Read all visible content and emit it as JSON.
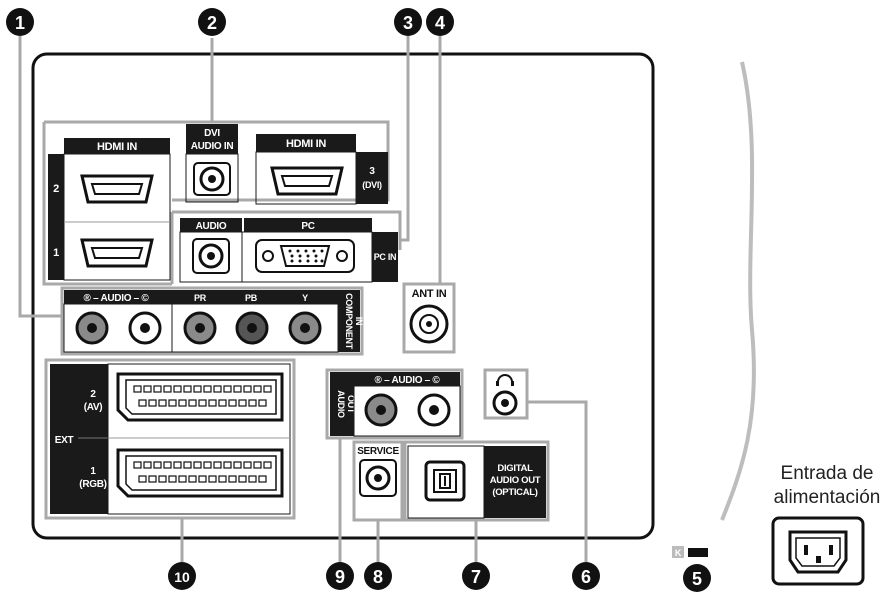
{
  "callouts": [
    "1",
    "2",
    "3",
    "4",
    "5",
    "6",
    "7",
    "8",
    "9",
    "10"
  ],
  "labels": {
    "hdmi_in_left": "HDMI IN",
    "hdmi_in_right": "HDMI IN",
    "hdmi_2": "2",
    "hdmi_1": "1",
    "hdmi_3": "3",
    "hdmi_3_dvi": "(DVI)",
    "dvi_audio_in_1": "DVI",
    "dvi_audio_in_2": "AUDIO IN",
    "audio": "AUDIO",
    "pc": "PC",
    "pc_in": "PC IN",
    "ant_in": "ANT IN",
    "component_audio": "® – AUDIO – ©",
    "pr": "PR",
    "pb": "PB",
    "y": "Y",
    "component_in_1": "COMPONENT",
    "component_in_2": "IN",
    "ext": "EXT",
    "ext2_1": "2",
    "ext2_2": "(AV)",
    "ext1_1": "1",
    "ext1_2": "(RGB)",
    "audio_out_rl": "® – AUDIO – ©",
    "audio_out_1": "AUDIO",
    "audio_out_2": "OUT",
    "service": "SERVICE",
    "digital_1": "DIGITAL",
    "digital_2": "AUDIO OUT",
    "digital_3": "(OPTICAL)",
    "power_caption_1": "Entrada de",
    "power_caption_2": "alimentación"
  },
  "colors": {
    "callout_bg": "#111111",
    "panel_border": "#111111",
    "bracket": "#a9a9a9",
    "label_bar": "#1a1a1a",
    "jack_grey": "#8a8a8a"
  }
}
